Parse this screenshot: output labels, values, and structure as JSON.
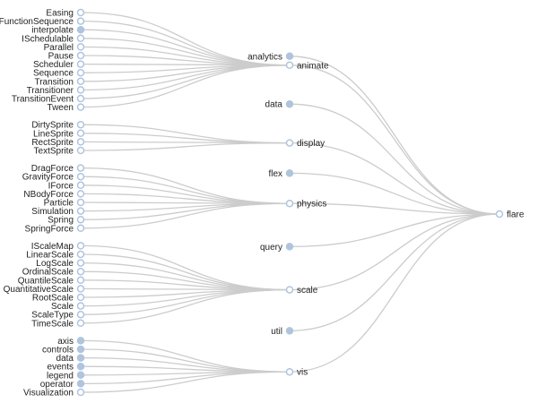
{
  "tree": {
    "name": "flare",
    "open": true,
    "children": [
      {
        "name": "analytics",
        "open": false
      },
      {
        "name": "animate",
        "open": true,
        "children": [
          {
            "name": "Easing",
            "open": true
          },
          {
            "name": "FunctionSequence",
            "open": true
          },
          {
            "name": "interpolate",
            "open": false
          },
          {
            "name": "ISchedulable",
            "open": true
          },
          {
            "name": "Parallel",
            "open": true
          },
          {
            "name": "Pause",
            "open": true
          },
          {
            "name": "Scheduler",
            "open": true
          },
          {
            "name": "Sequence",
            "open": true
          },
          {
            "name": "Transition",
            "open": true
          },
          {
            "name": "Transitioner",
            "open": true
          },
          {
            "name": "TransitionEvent",
            "open": true
          },
          {
            "name": "Tween",
            "open": true
          }
        ]
      },
      {
        "name": "data",
        "open": false
      },
      {
        "name": "display",
        "open": true,
        "children": [
          {
            "name": "DirtySprite",
            "open": true
          },
          {
            "name": "LineSprite",
            "open": true
          },
          {
            "name": "RectSprite",
            "open": true
          },
          {
            "name": "TextSprite",
            "open": true
          }
        ]
      },
      {
        "name": "flex",
        "open": false
      },
      {
        "name": "physics",
        "open": true,
        "children": [
          {
            "name": "DragForce",
            "open": true
          },
          {
            "name": "GravityForce",
            "open": true
          },
          {
            "name": "IForce",
            "open": true
          },
          {
            "name": "NBodyForce",
            "open": true
          },
          {
            "name": "Particle",
            "open": true
          },
          {
            "name": "Simulation",
            "open": true
          },
          {
            "name": "Spring",
            "open": true
          },
          {
            "name": "SpringForce",
            "open": true
          }
        ]
      },
      {
        "name": "query",
        "open": false
      },
      {
        "name": "scale",
        "open": true,
        "children": [
          {
            "name": "IScaleMap",
            "open": true
          },
          {
            "name": "LinearScale",
            "open": true
          },
          {
            "name": "LogScale",
            "open": true
          },
          {
            "name": "OrdinalScale",
            "open": true
          },
          {
            "name": "QuantileScale",
            "open": true
          },
          {
            "name": "QuantitativeScale",
            "open": true
          },
          {
            "name": "RootScale",
            "open": true
          },
          {
            "name": "Scale",
            "open": true
          },
          {
            "name": "ScaleType",
            "open": true
          },
          {
            "name": "TimeScale",
            "open": true
          }
        ]
      },
      {
        "name": "util",
        "open": false
      },
      {
        "name": "vis",
        "open": true,
        "children": [
          {
            "name": "axis",
            "open": false
          },
          {
            "name": "controls",
            "open": false
          },
          {
            "name": "data",
            "open": false
          },
          {
            "name": "events",
            "open": false
          },
          {
            "name": "legend",
            "open": false
          },
          {
            "name": "operator",
            "open": false
          },
          {
            "name": "Visualization",
            "open": true
          }
        ]
      }
    ]
  },
  "colors": {
    "link": "#cccccc",
    "node_fill_closed": "#b0c4de",
    "node_stroke": "#b0c4de",
    "node_fill_open": "#ffffff",
    "text": "#222222"
  }
}
